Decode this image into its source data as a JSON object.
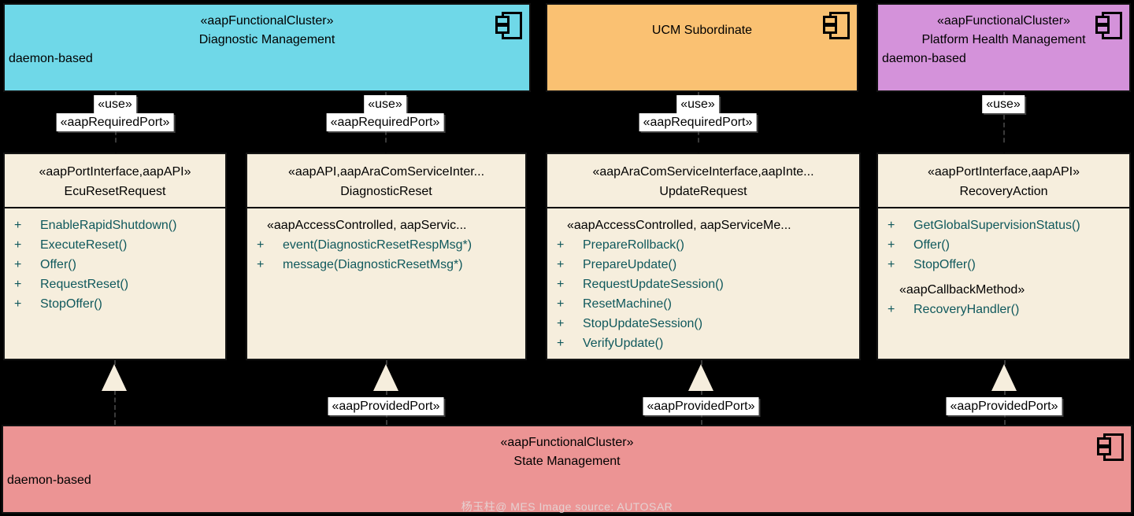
{
  "plus": "+",
  "clusters": [
    {
      "stereotype": "«aapFunctionalCluster»",
      "name": "Diagnostic Management",
      "note": "daemon-based",
      "color": "#6FD8E8"
    },
    {
      "name": "UCM Subordinate",
      "color": "#FAC172"
    },
    {
      "stereotype": "«aapFunctionalCluster»",
      "name": "Platform Health Management",
      "note": "daemon-based",
      "color": "#D492DA"
    },
    {
      "stereotype": "«aapFunctionalCluster»",
      "name": "State Management",
      "note": "daemon-based",
      "color": "#EC9494"
    }
  ],
  "interfaces": [
    {
      "stereotype": "«aapPortInterface,aapAPI»",
      "name": "EcuResetRequest",
      "methods": [
        "EnableRapidShutdown()",
        "ExecuteReset()",
        "Offer()",
        "RequestReset()",
        "StopOffer()"
      ]
    },
    {
      "stereotype": "«aapAPI,aapAraComServiceInter...",
      "name": "DiagnosticReset",
      "body_stereotype": "«aapAccessControlled, aapServic...",
      "methods": [
        "event(DiagnosticResetRespMsg*)",
        "message(DiagnosticResetMsg*)"
      ]
    },
    {
      "stereotype": "«aapAraComServiceInterface,aapInte...",
      "name": "UpdateRequest",
      "body_stereotype": "«aapAccessControlled, aapServiceMe...",
      "methods": [
        "PrepareRollback()",
        "PrepareUpdate()",
        "RequestUpdateSession()",
        "ResetMachine()",
        "StopUpdateSession()",
        "VerifyUpdate()"
      ]
    },
    {
      "stereotype": "«aapPortInterface,aapAPI»",
      "name": "RecoveryAction",
      "methods": [
        "GetGlobalSupervisionStatus()",
        "Offer()",
        "StopOffer()"
      ],
      "callback_stereotype": "«aapCallbackMethod»",
      "callback_method": "RecoveryHandler()"
    }
  ],
  "labels": {
    "use": "«use»",
    "required_port": "«aapRequiredPort»",
    "provided_port": "«aapProvidedPort»"
  },
  "watermark": "杨玉柱@ MES Image source:  AUTOSAR",
  "colors": {
    "background": "#000000",
    "cluster_cyan": "#6FD8E8",
    "cluster_orange": "#FAC172",
    "cluster_purple": "#D492DA",
    "cluster_pink": "#EC9494",
    "interface_bg": "#F6EEDD",
    "method_text": "#0F585C",
    "label_bg": "#FFFFFF",
    "line_text": "#000000"
  }
}
